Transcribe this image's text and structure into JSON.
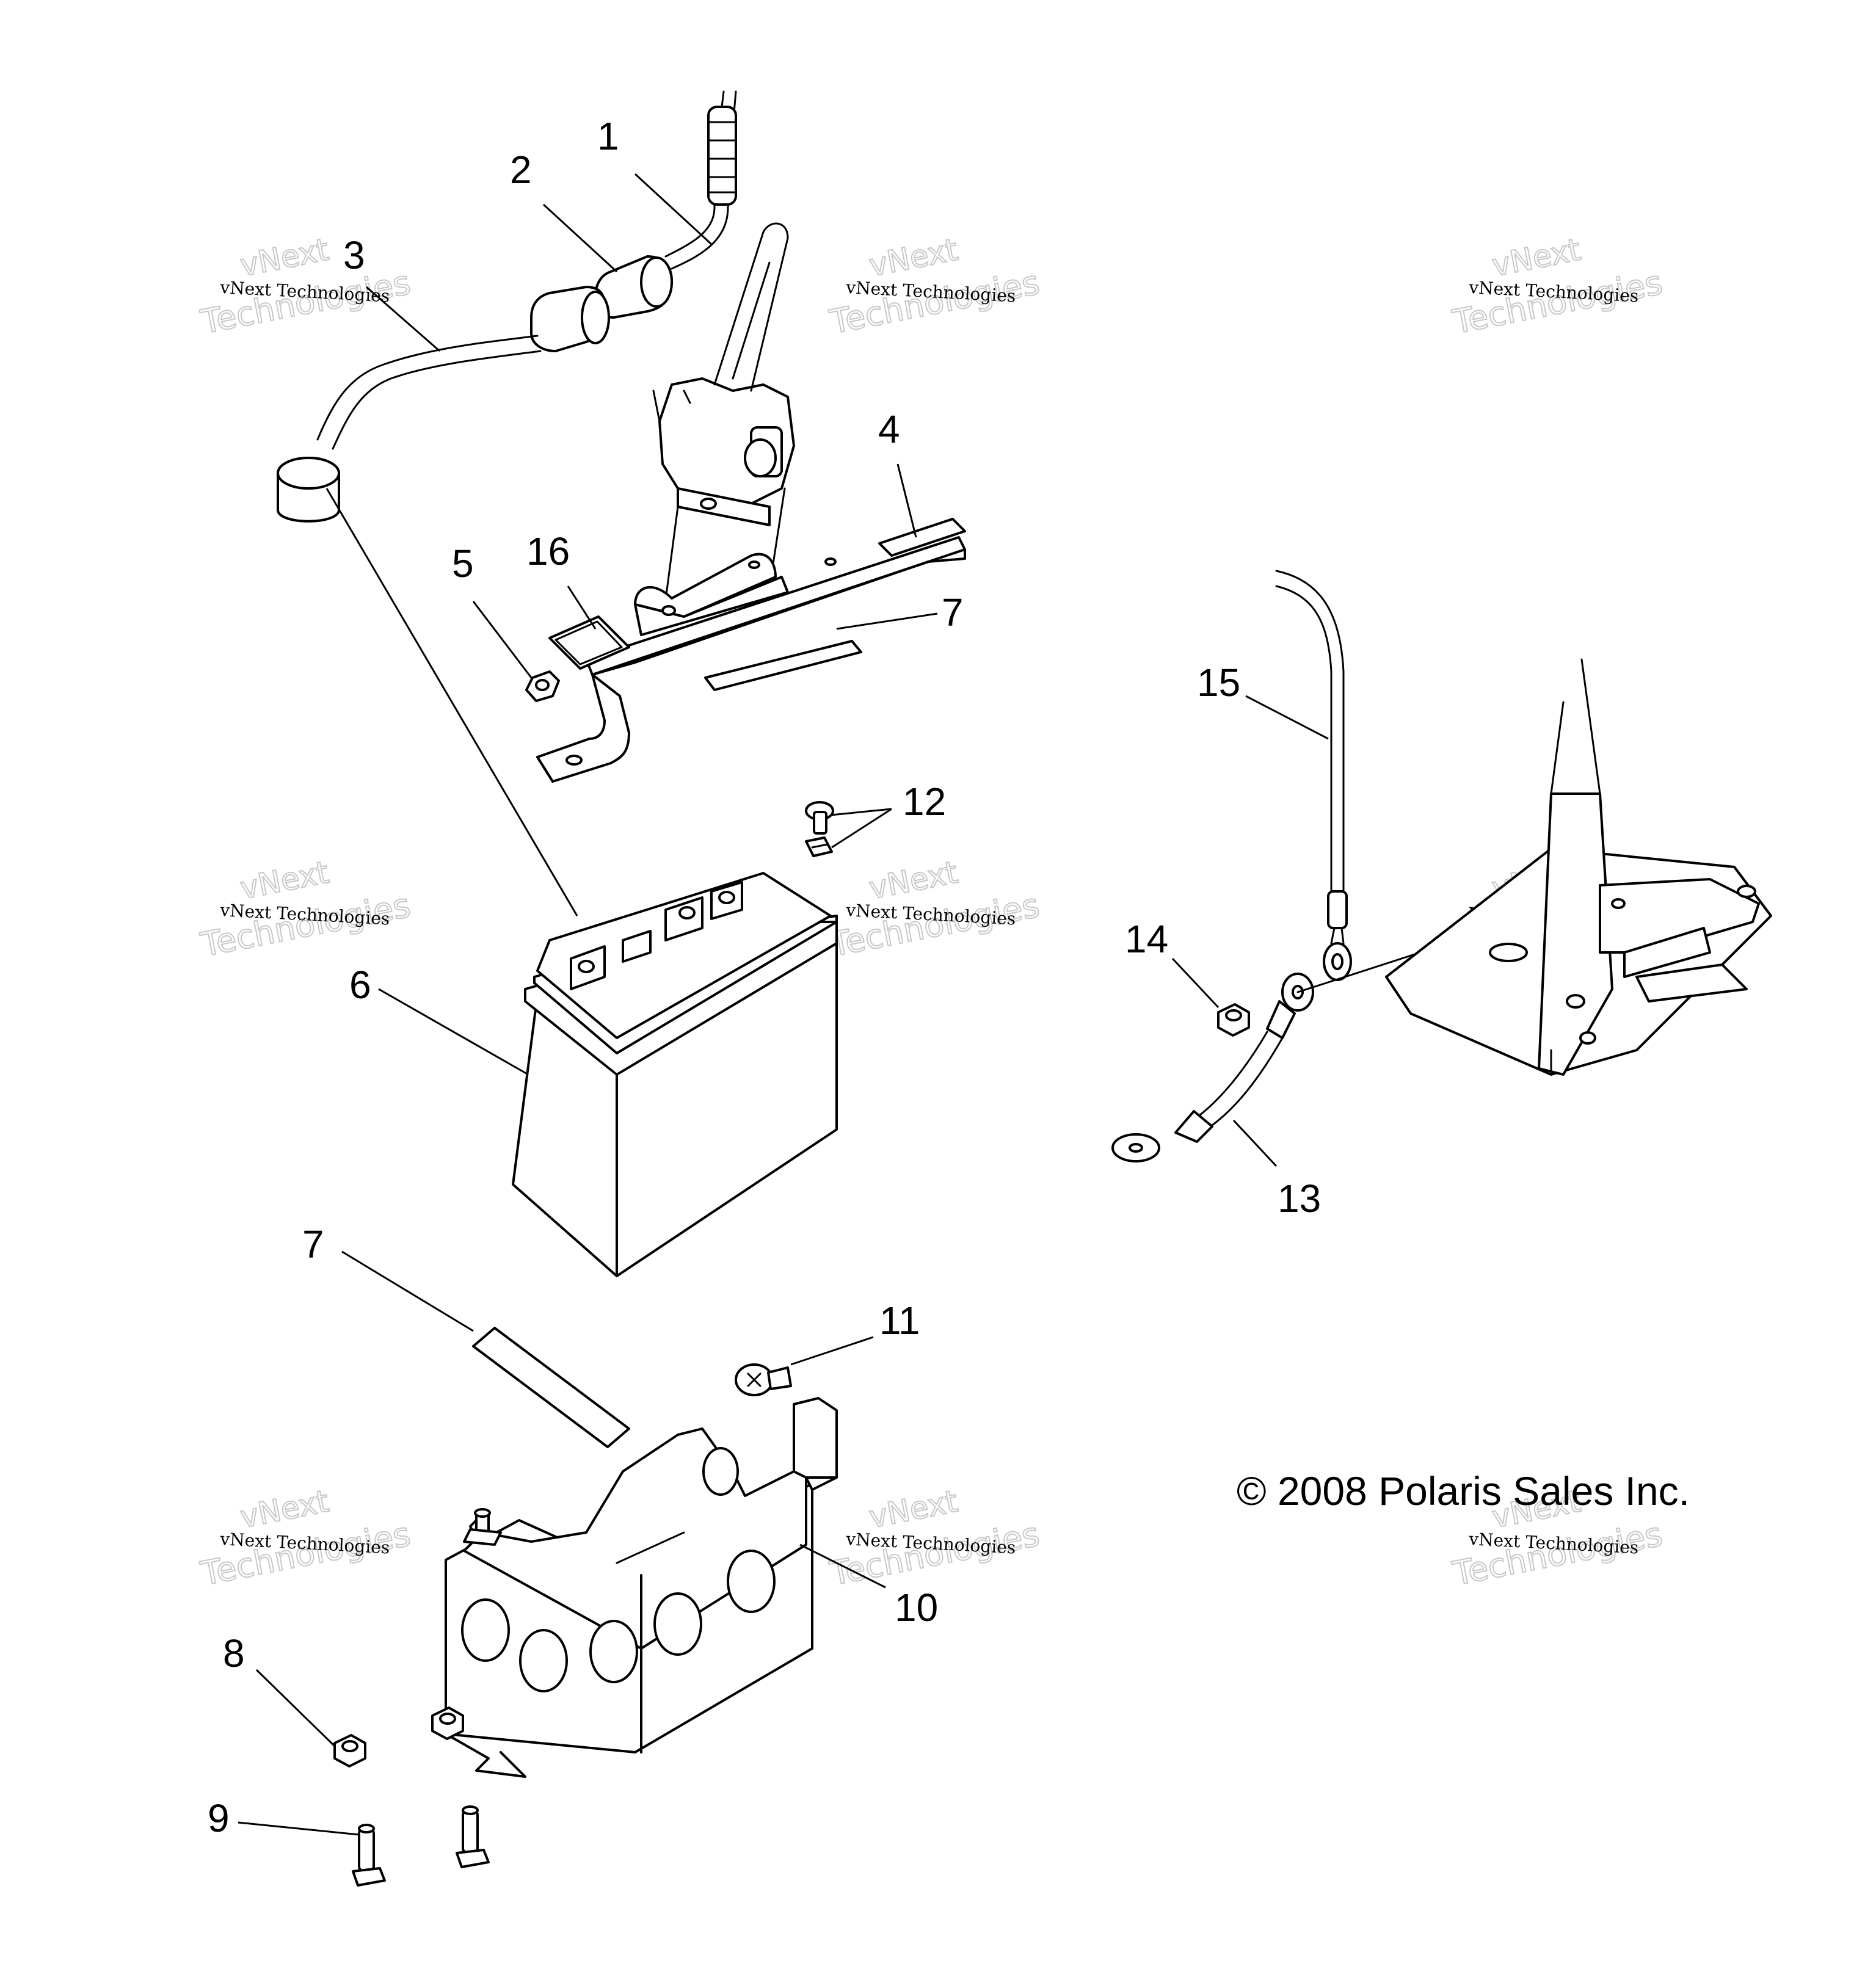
{
  "callouts": {
    "c1": "1",
    "c2": "2",
    "c3": "3",
    "c4": "4",
    "c5": "5",
    "c6": "6",
    "c7a": "7",
    "c7b": "7",
    "c8": "8",
    "c9": "9",
    "c10": "10",
    "c11": "11",
    "c12": "12",
    "c13": "13",
    "c14": "14",
    "c15": "15",
    "c16": "16"
  },
  "copyright": "© 2008 Polaris Sales Inc.",
  "watermark": {
    "line_small": "vNext Technologies",
    "line_big_1": "vNext",
    "line_big_2": "Technologies"
  }
}
